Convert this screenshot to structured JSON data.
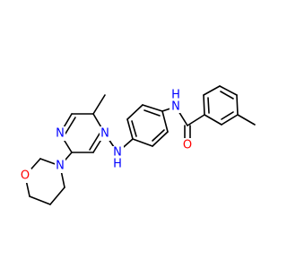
{
  "colors": {
    "bond": "#000000",
    "carbon": "#000000",
    "nitrogen": "#0000ff",
    "oxygen": "#ff0000"
  },
  "atoms": {
    "n_pyr_top": "N",
    "n_pyr_left": "N",
    "n_amine": "N",
    "h_amine": "H",
    "n_amide": "N",
    "h_amide": "H",
    "o_amide": "O",
    "n_morpholine": "N",
    "o_morpholine": "O"
  }
}
